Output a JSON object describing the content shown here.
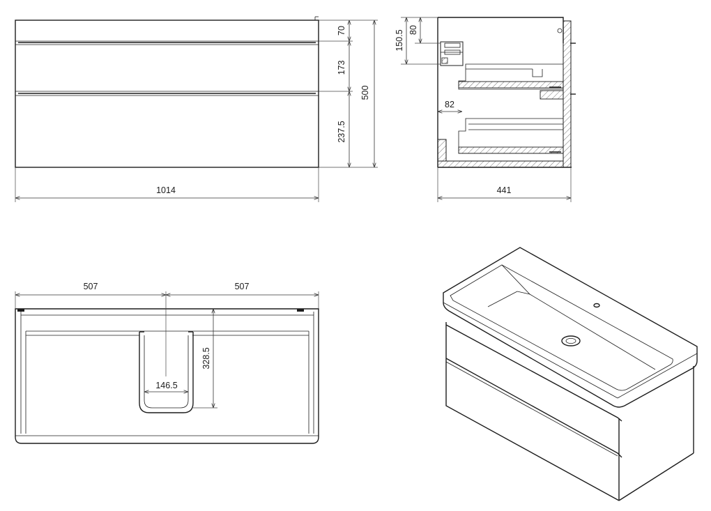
{
  "dimensions": {
    "front_width": "1014",
    "drawer_top_height": "70",
    "drawer_mid_height": "173",
    "drawer_bottom_height": "237.5",
    "total_height": "500",
    "side_depth": "441",
    "side_top_offset": "150.5",
    "side_top_gap": "80",
    "side_cutout": "82",
    "top_left_half": "507",
    "top_right_half": "507",
    "siphon_width": "146.5",
    "siphon_depth": "328.5"
  }
}
